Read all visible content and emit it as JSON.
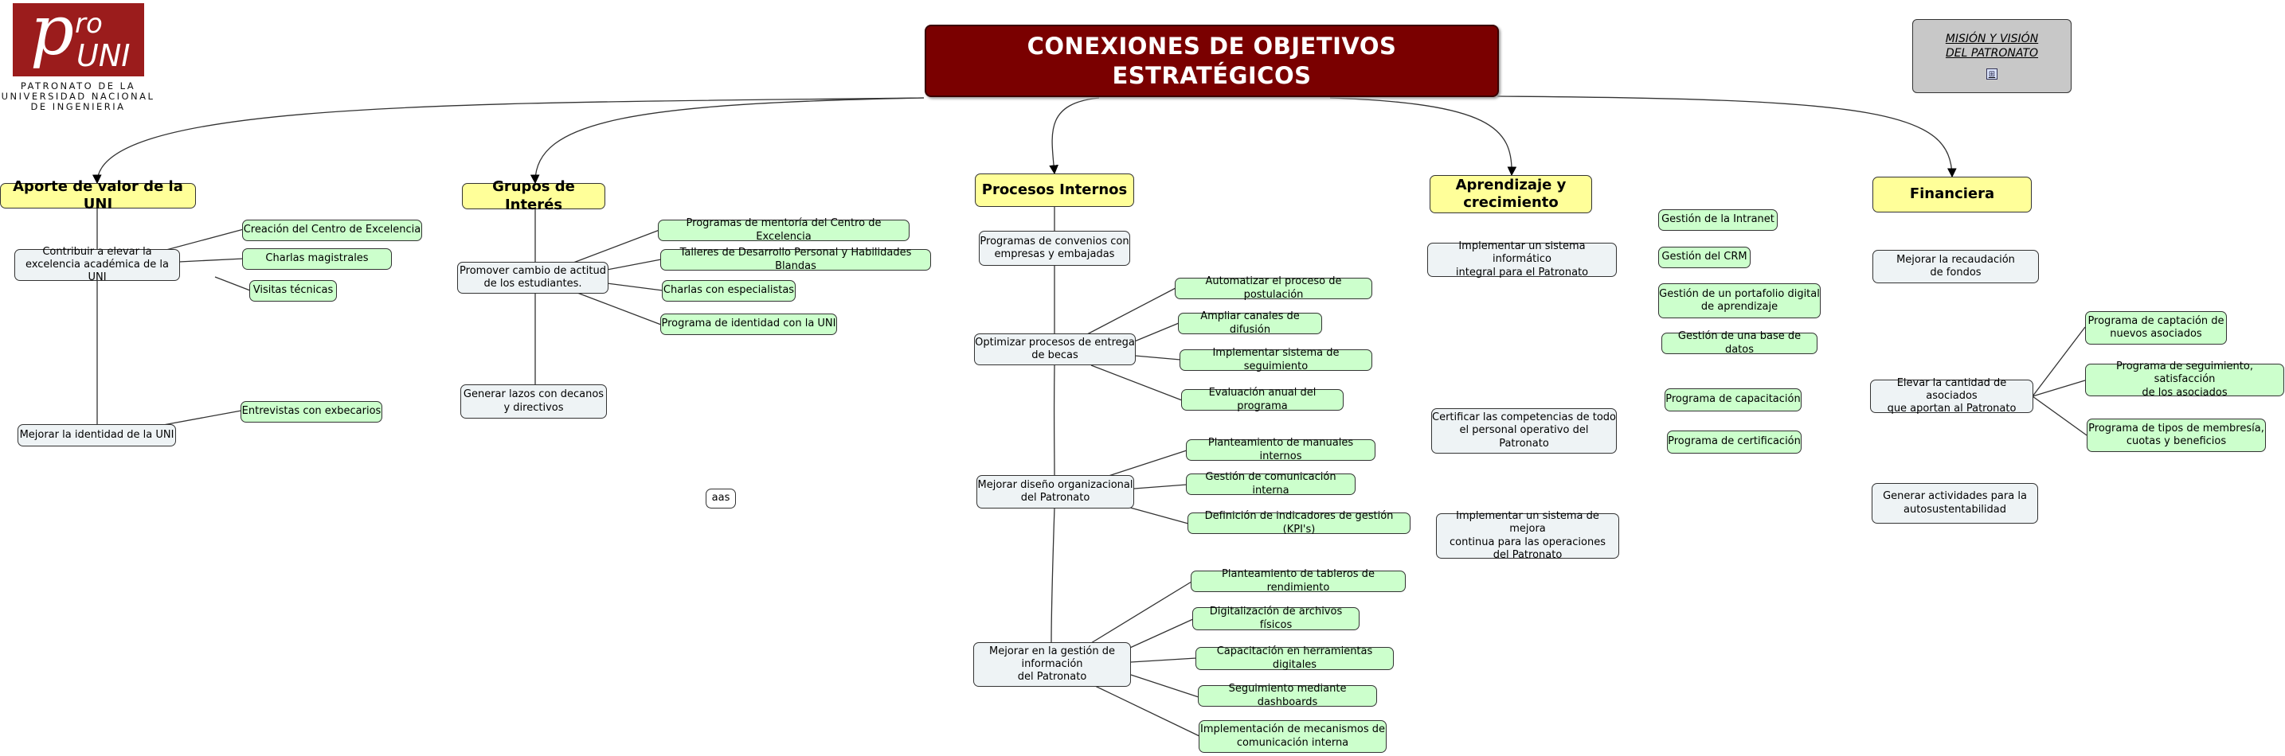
{
  "title": "CONEXIONES DE OBJETIVOS ESTRATÉGICOS",
  "logo": {
    "p": "p",
    "ro": "ro",
    "uni": "UNI",
    "subtitle": "PATRONATO DE LA\nUNIVERSIDAD NACIONAL\nDE INGENIERIA"
  },
  "mission": {
    "label": "MISIÓN Y VISIÓN\nDEL PATRONATO",
    "icon": "document-link-icon",
    "icon_glyph": "⊞"
  },
  "categories": [
    {
      "label": "Aporte de valor de la UNI"
    },
    {
      "label": "Grupos de Interés"
    },
    {
      "label": "Procesos Internos"
    },
    {
      "label": "Aprendizaje y\ncrecimiento"
    },
    {
      "label": "Financiera"
    }
  ],
  "objectives": {
    "aporte": [
      "Contribuir a elevar la\nexcelencia académica de la UNI",
      "Mejorar la identidad de la UNI"
    ],
    "grupos": [
      "Promover cambio de actitud\nde los estudiantes.",
      "Generar lazos con decanos\ny directivos"
    ],
    "procesos": [
      "Programas de convenios con\nempresas y embajadas",
      "Optimizar procesos de entrega\nde becas",
      "Mejorar diseño organizacional\ndel Patronato",
      "Mejorar en la gestión de\ninformación\ndel Patronato"
    ],
    "aprendizaje": [
      "Implementar un sistema informático\nintegral para el Patronato",
      "Certificar las competencias de todo\nel personal operativo del\nPatronato",
      "Implementar un sistema de mejora\ncontinua para las operaciones\ndel Patronato"
    ],
    "financiera": [
      "Mejorar la recaudación\nde fondos",
      "Elevar la cantidad de asociados\nque aportan al Patronato",
      "Generar actividades para la\nautosustentabilidad"
    ]
  },
  "initiatives": {
    "excelencia": [
      "Creación del Centro de Excelencia",
      "Charlas magistrales",
      "Visitas técnicas"
    ],
    "identidad": [
      "Entrevistas con exbecarios"
    ],
    "actitud": [
      "Programas de mentoría del Centro de Excelencia",
      "Talleres de Desarrollo Personal y Habilidades Blandas",
      "Charlas con especialistas",
      "Programa de identidad con la UNI"
    ],
    "becas": [
      "Automatizar el proceso de postulación",
      "Ampliar canales de difusión",
      "Implementar sistema de seguimiento",
      "Evaluación anual del programa"
    ],
    "diseno": [
      "Planteamiento de manuales internos",
      "Gestión de comunicación interna",
      "Definición de indicadores de gestión (KPI's)"
    ],
    "informacion": [
      "Planteamiento de tableros de rendimiento",
      "Digitalización de archivos físicos",
      "Capacitación en herramientas digitales",
      "Seguimiento mediante dashboards",
      "Implementación de mecanismos de\ncomunicación interna"
    ],
    "sistema": [
      "Gestión de la Intranet",
      "Gestión del CRM",
      "Gestión de un portafolio digital\nde aprendizaje",
      "Gestión de una base de datos"
    ],
    "certificar": [
      "Programa de capacitación",
      "Programa de certificación"
    ],
    "asociados": [
      "Programa de captación de\nnuevos asociados",
      "Programa de seguimiento, satisfacción\nde los asociados",
      "Programa de tipos de membresía,\ncuotas y beneficios"
    ]
  },
  "misc": {
    "aas": "aas"
  }
}
